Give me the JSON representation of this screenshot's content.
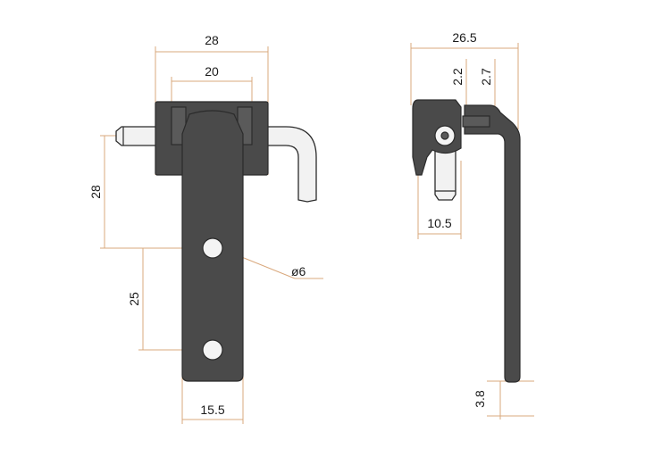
{
  "colors": {
    "part_fill": "#4a4a4a",
    "part_outline": "#2b2b2b",
    "dimension_line": "#d9a87c",
    "text": "#1a1a1a"
  },
  "front_view": {
    "dim_overall_width": "28",
    "dim_inner_width": "20",
    "dim_pin_to_hole": "28",
    "dim_hole_spacing": "25",
    "dim_hole_diameter": "ø6",
    "dim_strap_width": "15.5"
  },
  "side_view": {
    "dim_overall_width": "26.5",
    "dim_offset_a": "2.2",
    "dim_offset_b": "2.7",
    "dim_pin_width": "10.5",
    "dim_thickness": "3.8"
  }
}
